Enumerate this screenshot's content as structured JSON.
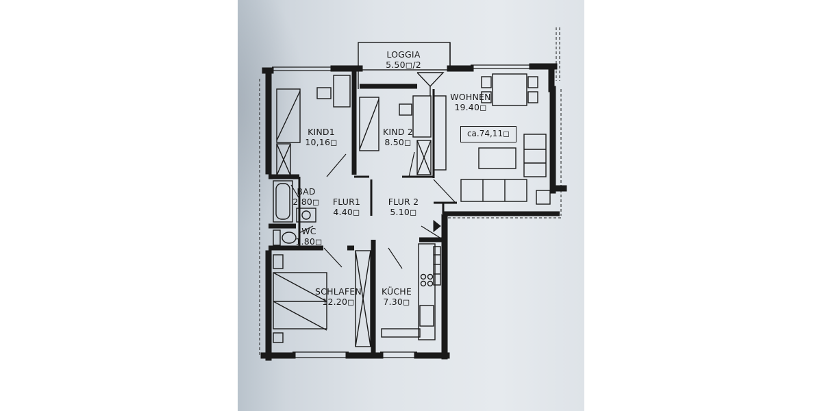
{
  "rooms": {
    "loggia": {
      "name": "LOGGIA",
      "area": "5.50◻/2"
    },
    "wohnen": {
      "name": "WOHNEN",
      "area": "19.40◻"
    },
    "kind1": {
      "name": "KIND1",
      "area": "10,16◻"
    },
    "kind2": {
      "name": "KIND 2",
      "area": "8.50◻"
    },
    "bad": {
      "name": "BAD",
      "area": "2.80◻"
    },
    "flur1": {
      "name": "FLUR1",
      "area": "4.40◻"
    },
    "flur2": {
      "name": "FLUR 2",
      "area": "5.10◻"
    },
    "wc": {
      "name": "WC",
      "area": "1.80◻"
    },
    "schlafen": {
      "name": "SCHLAFEN",
      "area": "12.20◻"
    },
    "kueche": {
      "name": "KÜCHE",
      "area": "7.30◻"
    }
  },
  "total_area": "ca.74,11◻",
  "colors": {
    "ink": "#1a1a1a",
    "paper": "#e4e8ec"
  }
}
